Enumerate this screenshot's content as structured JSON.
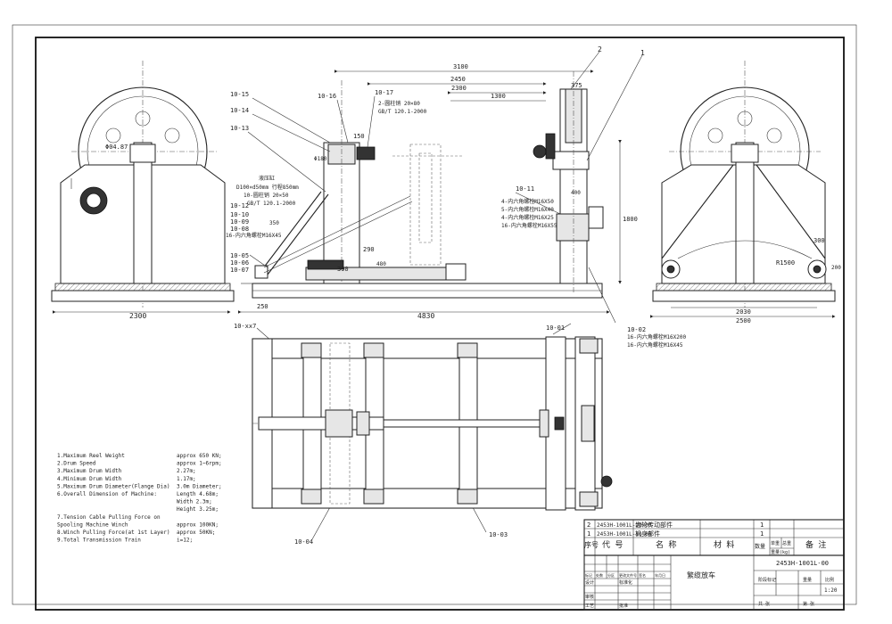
{
  "callouts": {
    "c2": "2",
    "c1": "1",
    "c10_15": "10-15",
    "c10_16": "10-16",
    "c10_17": "10-17",
    "c10_14": "10-14",
    "c10_13": "10-13",
    "c10_12": "10-12",
    "c10_10": "10-10",
    "c10_09": "10-09",
    "c10_08": "10-08",
    "c10_05": "10-05",
    "c10_06": "10-06",
    "c10_07": "10-07",
    "c10_11": "10-11",
    "c10_01": "10-01",
    "c10_02": "10-02",
    "c10_04": "10-04",
    "c10_03": "10-03",
    "c10_a": "10-xx7"
  },
  "notes": {
    "pin1": "2-圆柱销 20×80",
    "pin1_std": "GB/T 120.1-2000",
    "cyl_title": "液压缸",
    "cyl_spec": "D100×d50mm 行程850mm",
    "pin2": "10-圆柱销 20×50",
    "pin2_std": "GB/T 120.1-2000",
    "bolt_l": "16-内六角螺栓M16X45",
    "bolt_r1": "4-内六角螺栓M16X50",
    "bolt_r2": "5-内六角螺栓M16X40",
    "bolt_r3": "4-内六角螺栓M16X25",
    "bolt_r4": "16-内六角螺栓M16X55",
    "bolt_b1": "16-内六角螺栓M16X200",
    "bolt_b2": "16-内六角螺栓M16X45"
  },
  "dims": {
    "d3100": "3100",
    "d2450": "2450",
    "d2300t": "2300",
    "d1300": "1300",
    "d375": "375",
    "d2300l": "2300",
    "d4830": "4830",
    "d250": "250",
    "d390": "390",
    "d290": "290",
    "d480": "480",
    "d1800": "1800",
    "d2030": "2030",
    "d2500": "2500",
    "d300": "300",
    "d200": "200",
    "r1500": "R1500",
    "d604": "Φ04.87",
    "d150": "150",
    "d180": "Φ180",
    "d400": "400",
    "d350": "350",
    "d200b": "200"
  },
  "specs": [
    {
      "label": "1.Maximum Reel Weight",
      "value": "approx 650 KN;"
    },
    {
      "label": "2.Drum Speed",
      "value": "approx 1~6rpm;"
    },
    {
      "label": "3.Maximum Drum Width",
      "value": "2.27m;"
    },
    {
      "label": "4.Minimum Drum Width",
      "value": "1.17m;"
    },
    {
      "label": "5.Maximum Drum Diameter(Flange Dia)",
      "value": "3.0m Diameter;"
    },
    {
      "label": "6.Overall Dimension of Machine:",
      "value": "Length 4.68m;"
    },
    {
      "label": "",
      "value": "Width  2.3m;"
    },
    {
      "label": "",
      "value": "Height 3.25m;"
    },
    {
      "label": "7.Tension Cable Pulling Force on",
      "value": ""
    },
    {
      "label": "  Spooling Machine Winch",
      "value": "approx 100KN;"
    },
    {
      "label": "8.Winch Pulling Force(at 1st Layer)",
      "value": "approx 50KN;"
    },
    {
      "label": "9.Total Transmission Train",
      "value": "i=12;"
    }
  ],
  "bom": {
    "rows": [
      {
        "no": "2",
        "code": "2453H-1001L-20-00",
        "name": "齿轮传动部件",
        "qty": "1"
      },
      {
        "no": "1",
        "code": "2453H-1001L-10-00",
        "name": "机身部件",
        "qty": "1"
      }
    ],
    "h_no": "序号",
    "h_code": "代 号",
    "h_name": "名  称",
    "h_mat": "材 料",
    "h_qty": "数量",
    "h_unit": "单重",
    "h_total": "总重",
    "h_wt": "重量(kg)",
    "h_note": "备 注"
  },
  "title_block": {
    "drawing_no": "2453H-1001L-00",
    "name": "繁缆放车",
    "mark": "标记",
    "count": "处数",
    "zone": "分区",
    "change": "更改文件号",
    "sign": "签名",
    "date": "年月日",
    "design": "设计",
    "std": "标准化",
    "check": "审核",
    "process": "工艺",
    "approve": "批准",
    "stage": "阶段标记",
    "weight": "重量",
    "scale_l": "比例",
    "scale": "1:20",
    "sheet": "共  张",
    "sheet2": "第  张"
  }
}
